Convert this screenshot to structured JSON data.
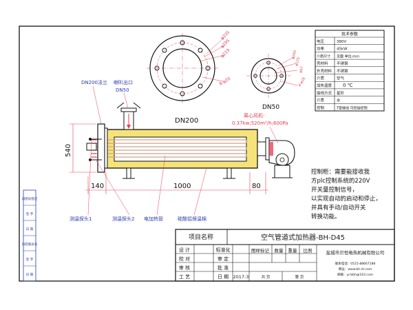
{
  "colors": {
    "line": "#111111",
    "dim_red": "#e83a52",
    "label_blue": "#2a3aa8",
    "insulation": "#f5e37a",
    "tube": "#c9a38a"
  },
  "top_views": {
    "dn200_label": "DN200",
    "dn200_dims": [
      "φ335",
      "φ295",
      "φ219",
      "8-φ20"
    ],
    "dn50_label": "DN50",
    "dn50_dims": [
      "φ160",
      "φ125",
      "φ57",
      "4-φ18"
    ]
  },
  "callouts": {
    "flange": "DN200法兰",
    "outlet": "喇叭出口",
    "outlet_size": "DN50",
    "fan": "离心风机-",
    "fan_spec": "0.37kw;520m³/h;600Pa",
    "probe1": "测温探头1",
    "probe2": "测温探头2",
    "heating_tube": "电加热管",
    "insulation": "硅酸铝保温棉"
  },
  "dimensions": {
    "height": "540",
    "left": "140",
    "middle": "1000",
    "right": "80"
  },
  "control_note": [
    "控制柜：需要能接收我",
    "方plc控制系统的220V",
    "开关量控制信号，",
    "以实现自动的启动和停止，",
    "并具有手动/自动开关",
    "转换功能。"
  ],
  "tech_params": {
    "title": "技术参数",
    "rows": [
      {
        "label": "电压",
        "value": "380V"
      },
      {
        "label": "功率",
        "value": "45kW"
      },
      {
        "label": "介质尺寸",
        "value": "见图  单位:mm"
      },
      {
        "label": "壳材料",
        "value": "不锈钢"
      },
      {
        "label": "外壳材料",
        "value": "不锈钢"
      },
      {
        "label": "介质",
        "value": "空气"
      },
      {
        "label": "加热温度",
        "value": "0 ℃"
      },
      {
        "label": "接线方式",
        "value": "星形"
      },
      {
        "label": "介质",
        "value": "水"
      },
      {
        "label": "控制",
        "value": "T型接线  可控硅控制"
      }
    ]
  },
  "side_stamps": [
    "旧图号登记",
    "签 字",
    "日 期",
    "旧底图总号",
    "签 字",
    "日 期"
  ],
  "title_block": {
    "item_name_label": "项目名称",
    "item_name": "空气管道式加热器-BH-D45",
    "design": "设 计",
    "check": "校 对",
    "review": "审 核",
    "process": "工 艺",
    "standardize": "标准化",
    "verify": "审 定",
    "approve": "批 准",
    "date_label": "日 期",
    "date": "2017-3",
    "drawing_mark": "图样标记",
    "quantity": "数量",
    "weight": "重量",
    "scale": "比例",
    "total": "共  页",
    "page": "第  页",
    "company": "盐城市贝恒电热机械有限公司",
    "contact": [
      "联系电话：0515-88667188",
      "网址：www.bh-dr.com",
      "邮箱：yclsbh@163.com"
    ]
  }
}
